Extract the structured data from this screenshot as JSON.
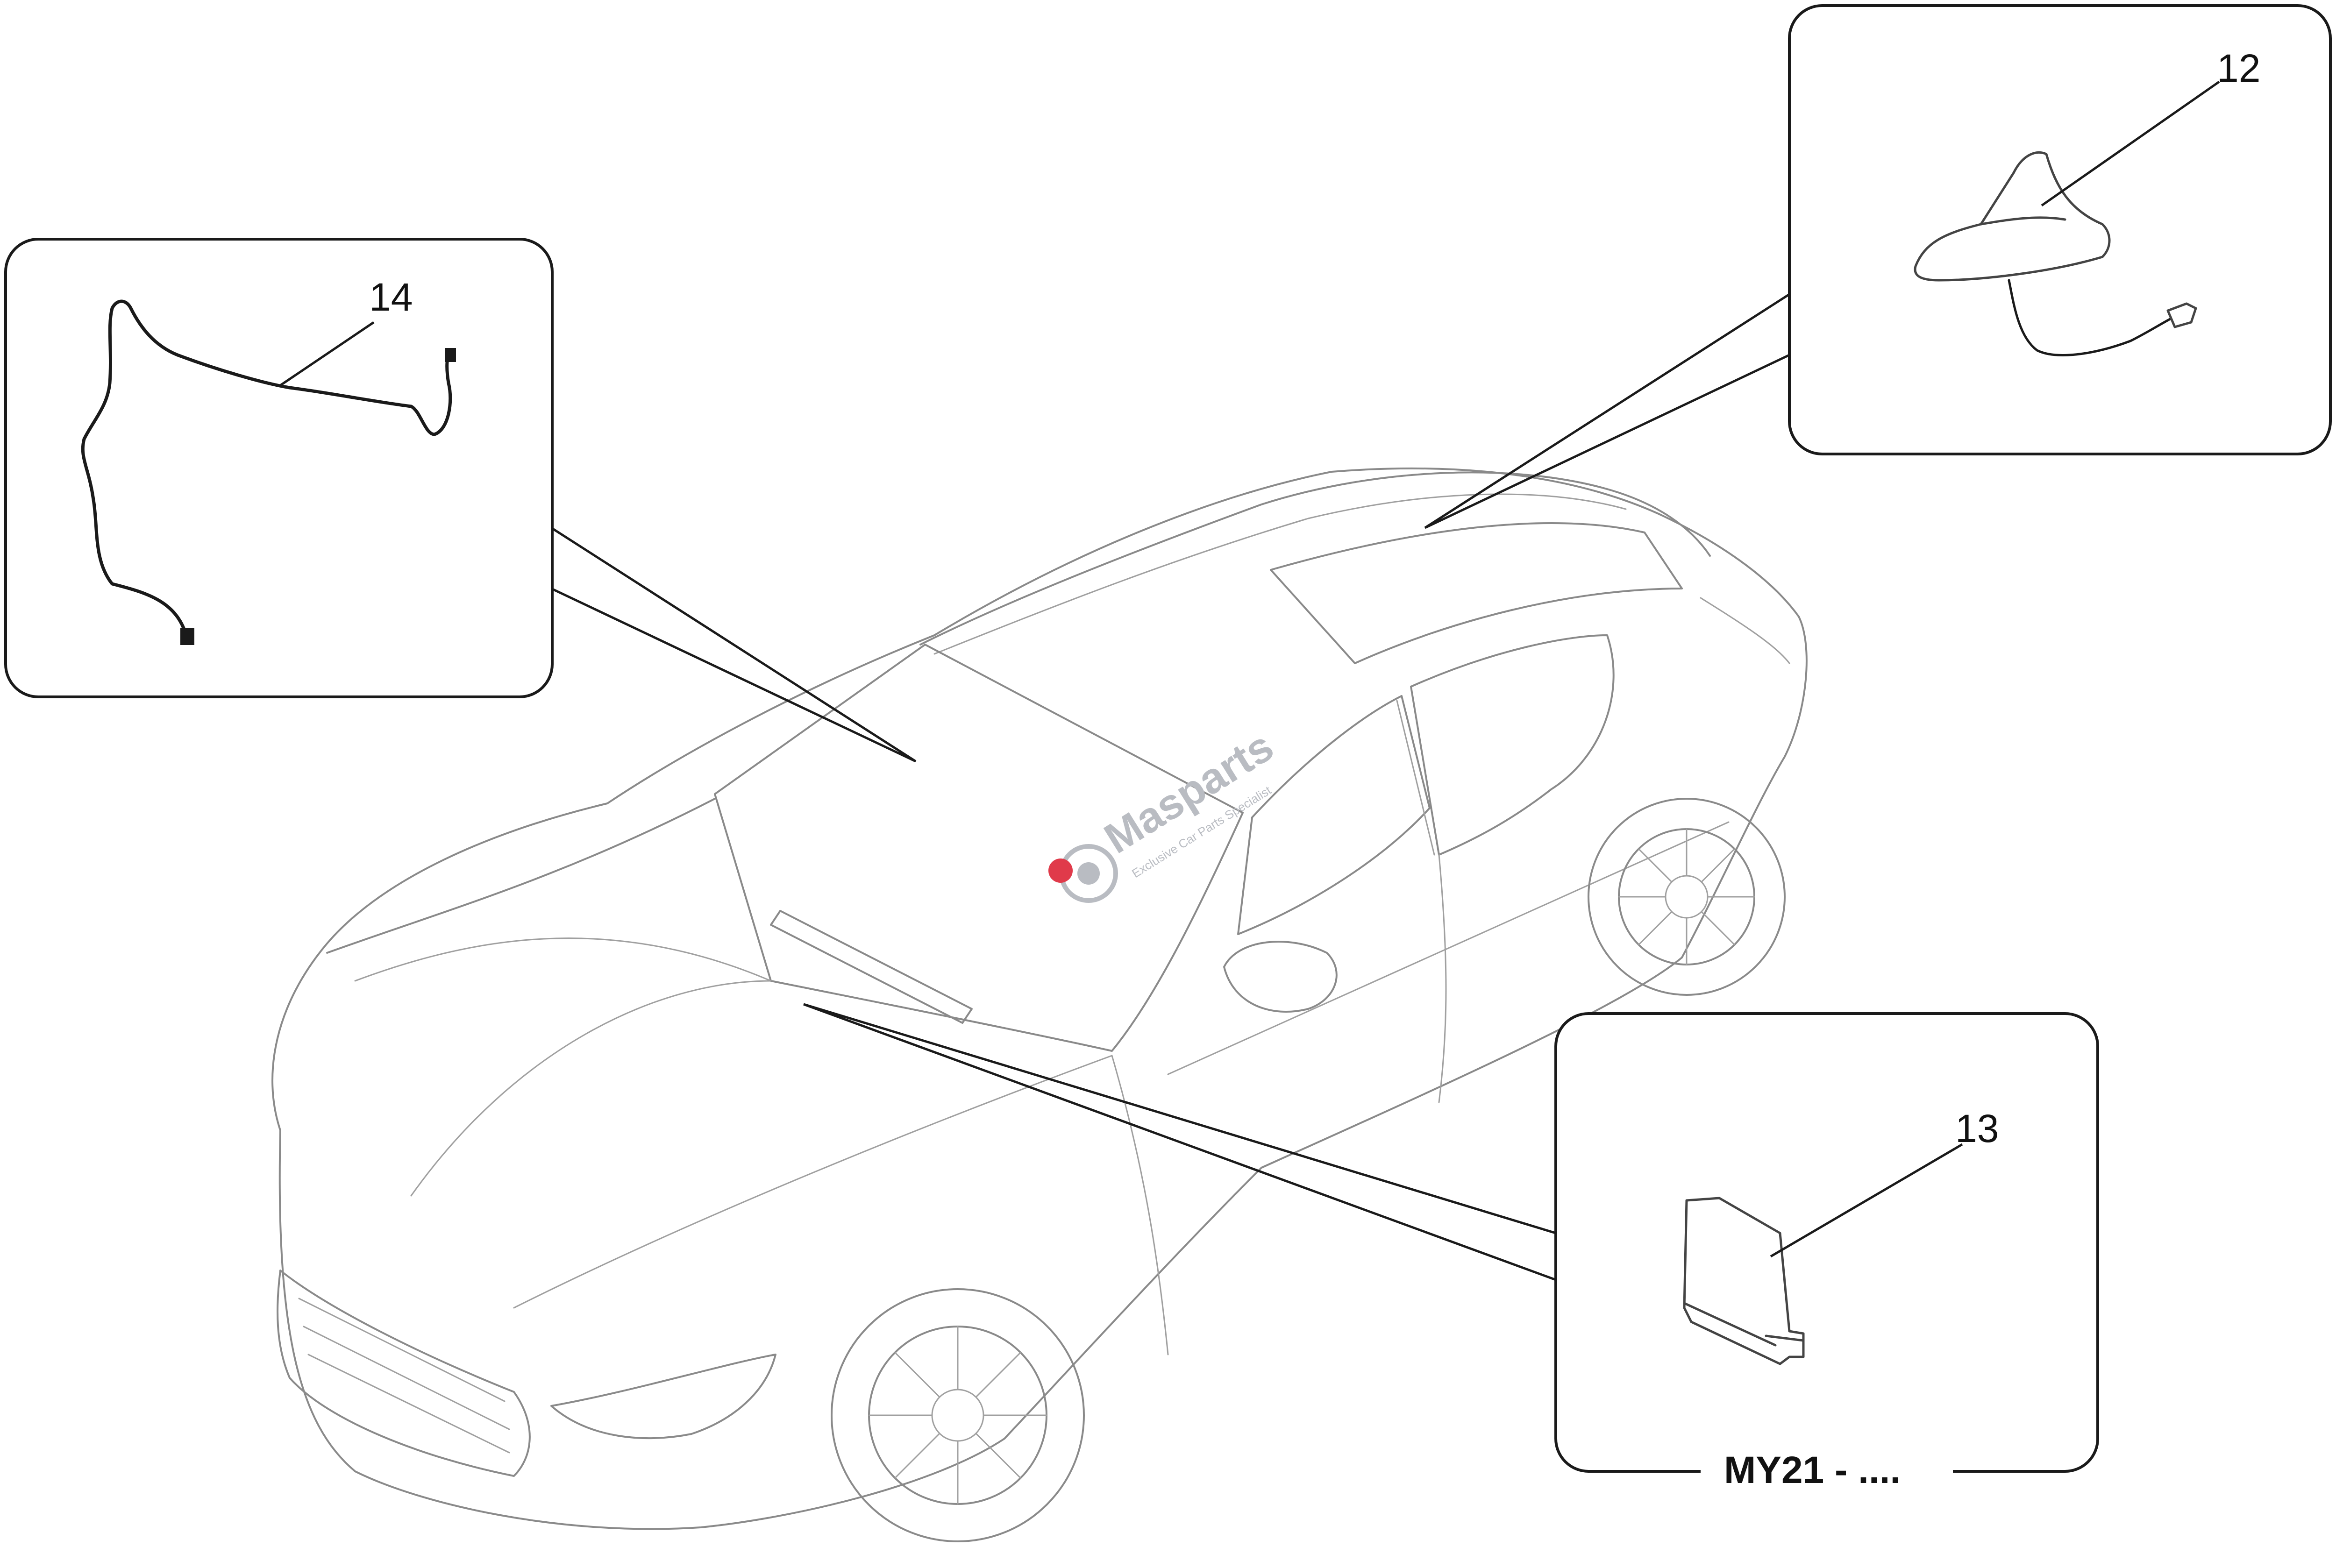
{
  "callouts": {
    "antenna_roof": "12",
    "antenna_module": "13",
    "antenna_cable": "14"
  },
  "model_year_label": "MY21 - ....",
  "watermark": {
    "brand": "Masparts",
    "tagline": "Exclusive Car Parts Specialist",
    "logo_color": "#e03a4a",
    "text_color": "#b9bcc2"
  },
  "colors": {
    "outline": "#1a1a1a",
    "car_line": "#8a8a8a"
  }
}
